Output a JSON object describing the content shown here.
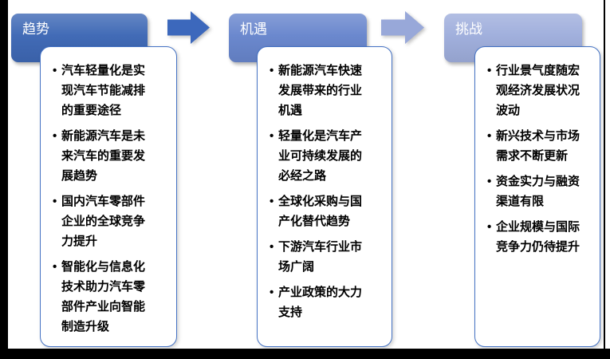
{
  "ui": {
    "bullet": "•"
  },
  "colors": {
    "frame": "#000000",
    "box_border": "#4472C4",
    "box_background": "#FFFFFF",
    "body_text": "#000000",
    "header_text": "#FFFFFF"
  },
  "arrows": [
    {
      "name": "arrow-trends-to-opportunities",
      "color": "#3C68BC"
    },
    {
      "name": "arrow-opportunities-to-challenges",
      "color": "#98A8D9"
    }
  ],
  "columns": [
    {
      "header": "趋势",
      "header_color": "#3E68B5",
      "items": [
        "汽车轻量化是实现汽车节能减排的重要途径",
        "新能源汽车是未来汽车的重要发展趋势",
        "国内汽车零部件企业的全球竞争力提升",
        "智能化与信息化技术助力汽车零部件产业向智能制造升级"
      ]
    },
    {
      "header": "机遇",
      "header_color": "#6886CD",
      "items": [
        "新能源汽车快速发展带来的行业机遇",
        "轻量化是汽车产业可持续发展的必经之路",
        "全球化采购与国产化替代趋势",
        "下游汽车行业市场广阔",
        "产业政策的大力支持"
      ]
    },
    {
      "header": "挑战",
      "header_color": "#9FAEDC",
      "items": [
        "行业景气度随宏观经济发展状况波动",
        "新兴技术与市场需求不断更新",
        "资金实力与融资渠道有限",
        "企业规模与国际竞争力仍待提升"
      ]
    }
  ]
}
